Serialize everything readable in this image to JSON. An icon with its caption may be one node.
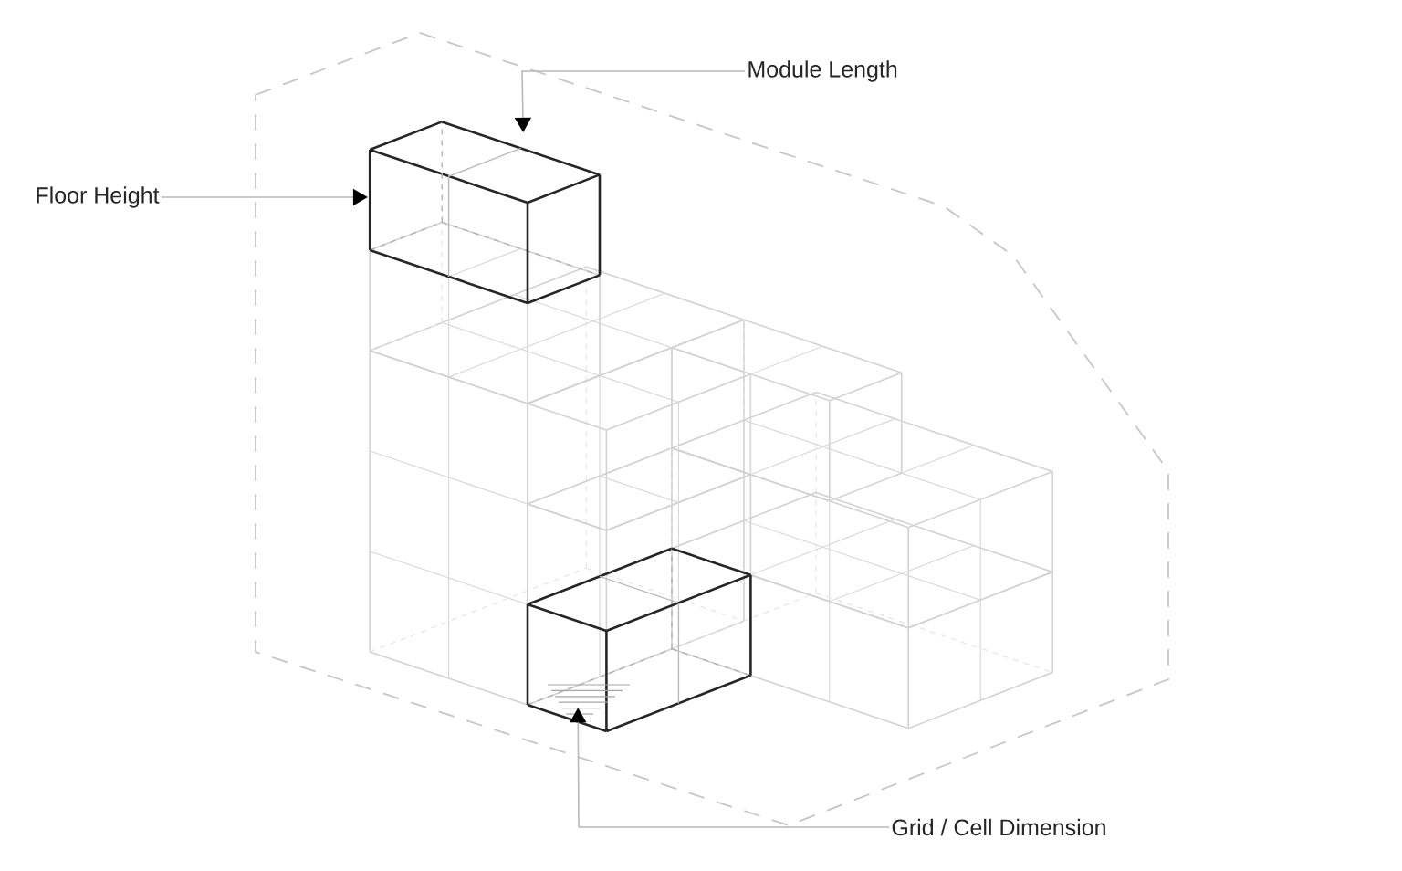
{
  "diagram": {
    "nodes": [
      {
        "text": [
          "Module Length"
        ]
      },
      {
        "text": [
          "Floor Height"
        ]
      },
      {
        "text": [
          "Grid / Cell Dimension"
        ]
      },
      {
        "text": [],
        "shape": "box"
      },
      {
        "text": [],
        "shape": "box"
      }
    ],
    "edges": [
      {
        "from": 0,
        "to": 3,
        "arrow": "to"
      },
      {
        "from": 1,
        "to": 3,
        "arrow": "to"
      },
      {
        "from": 2,
        "to": 4,
        "arrow": "to"
      }
    ]
  }
}
